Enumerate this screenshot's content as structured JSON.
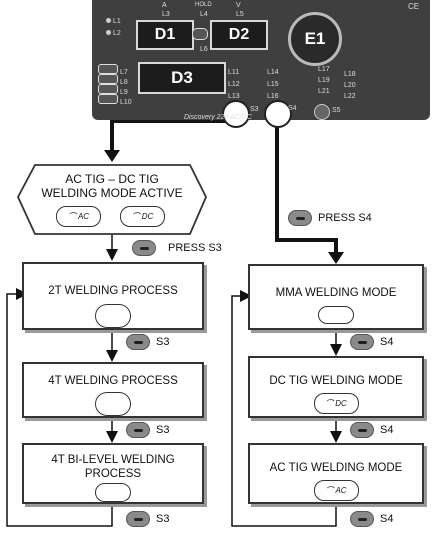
{
  "panel": {
    "displays": [
      "D1",
      "D2",
      "D3"
    ],
    "e1": "E1",
    "brand": "Discovery 220 AC/DC",
    "hold": "HOLD",
    "leds_top": [
      "L1",
      "L2",
      "L3",
      "L4",
      "L5",
      "L6"
    ],
    "leds_left": [
      "L7",
      "L8",
      "L9",
      "L10"
    ],
    "leds_mid": [
      "L11",
      "L12",
      "L13",
      "L14",
      "L15",
      "L16"
    ],
    "leds_right": [
      "L17",
      "L18",
      "L19",
      "L20",
      "L21",
      "L22"
    ],
    "buttons": [
      "S3",
      "S4",
      "S5"
    ],
    "ce": "CE",
    "unit_a": "A",
    "unit_v": "V"
  },
  "flow": {
    "hex_title": "AC TIG – DC TIG\nWELDING MODE ACTIVE",
    "hex_modes": [
      "AC",
      "DC"
    ],
    "press_s3": "PRESS S3",
    "press_s4": "PRESS S4",
    "left": [
      {
        "title": "2T WELDING PROCESS",
        "step": "S3"
      },
      {
        "title": "4T WELDING PROCESS",
        "step": "S3"
      },
      {
        "title": "4T BI-LEVEL WELDING\nPROCESS",
        "step": "S3"
      }
    ],
    "right": [
      {
        "title": "MMA WELDING MODE",
        "step": "S4"
      },
      {
        "title": "DC TIG WELDING MODE",
        "step": "S4",
        "mode": "DC"
      },
      {
        "title": "AC TIG WELDING MODE",
        "step": "S4",
        "mode": "AC"
      }
    ]
  }
}
